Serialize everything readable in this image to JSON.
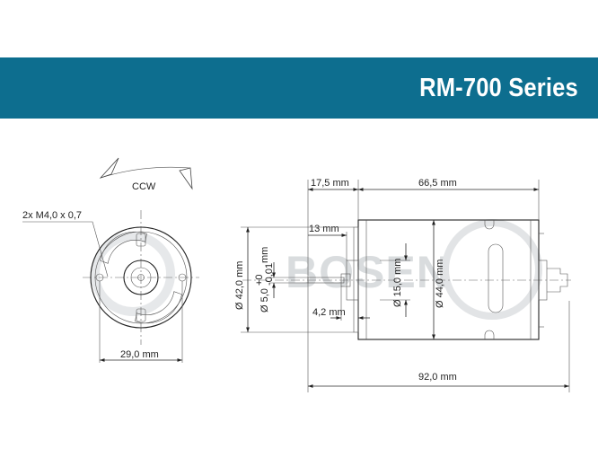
{
  "header": {
    "title": "RM-700 Series"
  },
  "watermark": {
    "text": "BOSEN"
  },
  "front_view": {
    "rotation_label": "CCW",
    "screw_label": "2x M4,0 x 0,7",
    "hole_spacing_label": "29,0 mm"
  },
  "side_view": {
    "shaft_extension_label": "17,5 mm",
    "body_length_label": "66,5 mm",
    "boss_length_label": "13 mm",
    "flange_dia_label": "Ø 42,0 mm",
    "shaft_dia_label": "Ø 5,0",
    "shaft_tol_upper": "+0",
    "shaft_tol_lower": "-0,01",
    "shaft_dia_unit": "mm",
    "boss_dia_label": "Ø 15,0 mm",
    "body_dia_label": "Ø 44,0 mm",
    "boss_offset_label": "4,2 mm",
    "overall_length_label": "92,0 mm"
  },
  "colors": {
    "banner": "#0d6e8f",
    "watermark": "#d9dcde",
    "line": "#2a2a2a"
  }
}
